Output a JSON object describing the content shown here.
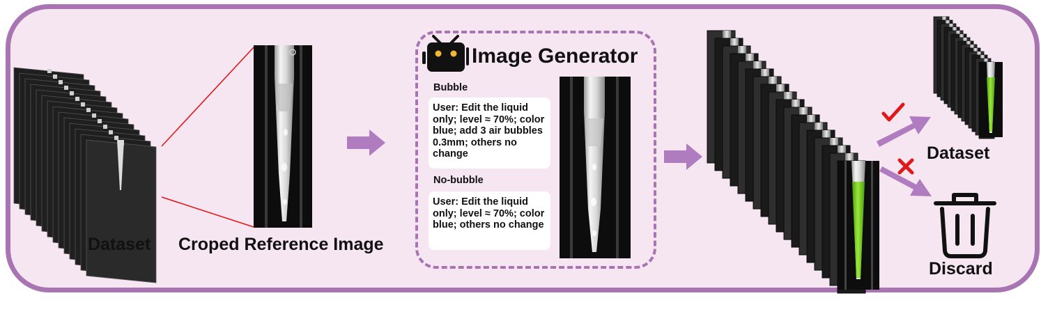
{
  "colors": {
    "frame_border": "#a875b2",
    "frame_fill": "#f6e6f2",
    "arrow": "#b07cc0",
    "connector": "#e01818",
    "check": "#e01818",
    "cross": "#e01818",
    "liquid": "#7fd42a",
    "robot_eyes": "#f2b632"
  },
  "stages": {
    "input_dataset": {
      "label": "Dataset",
      "icon": "image-stack-icon"
    },
    "crop": {
      "label": "Croped Reference Image",
      "icon": "pipette-tip-crop-image"
    },
    "generator": {
      "title": "Image Generator",
      "icon": "robot-tv-icon",
      "bubble": {
        "heading": "Bubble",
        "prompt": "User: Edit the liquid only; level ≈ 70%; color blue; add 3 air bubbles 0.3mm; others no change"
      },
      "no_bubble": {
        "heading": "No-bubble",
        "prompt": "User: Edit the liquid only; level ≈ 70%; color blue; others no change"
      }
    },
    "generated": {
      "icon": "generated-image-stack-icon"
    },
    "accept": {
      "label": "Dataset",
      "icon": "check-icon"
    },
    "reject": {
      "label": "Discard",
      "icon": "trash-icon",
      "mark_icon": "cross-icon"
    }
  }
}
